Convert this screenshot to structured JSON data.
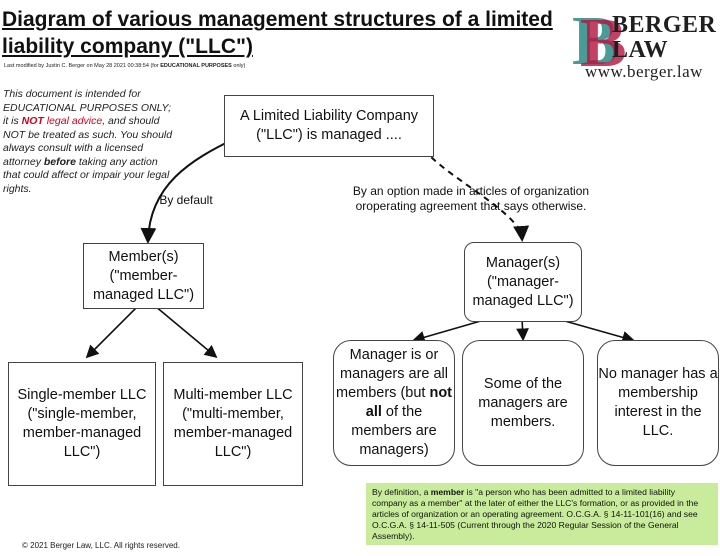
{
  "title": "Diagram of various management structures of a limited liability company (\"LLC\")",
  "modified_line": {
    "prefix": "Last modified by Justin C. Berger on  May 28 2021 00:38:54 (for ",
    "bold": "EDUCATIONAL PURPOSES",
    "suffix": " only)"
  },
  "logo": {
    "word1": "BERGER",
    "word2": "LAW",
    "url": "www.berger.law",
    "colors": {
      "b_teal": "#2a8a86",
      "b_red": "#b5123c"
    }
  },
  "disclaimer": {
    "part1": "This document is intended for EDUCATIONAL PURPOSES ONLY; it is ",
    "not": "NOT",
    "part2": " legal advice",
    "part3": ", and should NOT be treated as such. You should always consult with a licensed attorney ",
    "before": "before",
    "part4": " taking any action that could affect or impair your legal rights."
  },
  "nodes": {
    "root": "A Limited Liability Company (\"LLC\") is managed ....",
    "members": "Member(s) (\"member-managed LLC\")",
    "managers": "Manager(s) (\"manager-managed LLC\")",
    "single": "Single-member LLC (\"single-member, member-managed LLC\")",
    "multi": "Multi-member LLC (\"multi-member, member-managed LLC\")",
    "all_members_a": "Manager is or managers are all members (but ",
    "all_members_not": "not all",
    "all_members_b": " of the members are managers)",
    "some_members": "Some of the managers are members.",
    "no_manager": "No manager has a membership interest in the LLC."
  },
  "edge_labels": {
    "default": "By default",
    "option": "By an option made in articles of organization oroperating agreement that says otherwise."
  },
  "note": {
    "prefix": "By definition, a ",
    "member": "member",
    "suffix": " is \"a person who has been admitted to a limited liability company as a member\" at the later of either the LLC's formation, or as provided in the articles of organization or an operating agreement. O.C.G.A. § 14-11-101(16) and see O.C.G.A. § 14-11-505 (Current through the 2020 Regular Session of the General Assembly)."
  },
  "copyright": "© 2021 Berger Law, LLC. All rights reserved.",
  "colors": {
    "note_bg": "#c8ec9c",
    "red_text": "#d0021b"
  }
}
